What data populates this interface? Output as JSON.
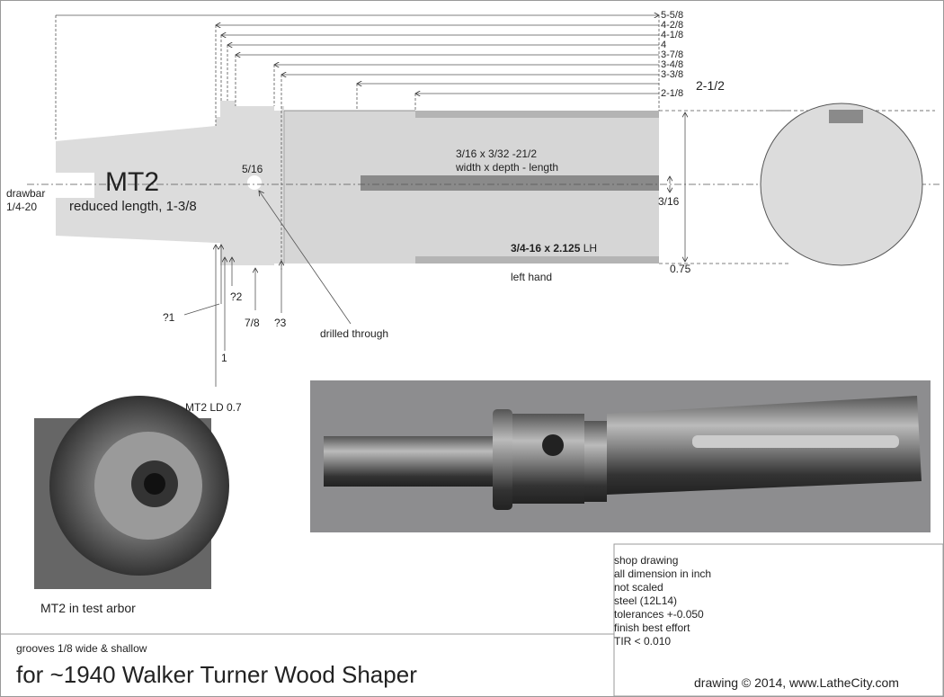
{
  "dimensions": {
    "lengths": [
      "5-5/8",
      "4-2/8",
      "4-1/8",
      "4",
      "3-7/8",
      "3-4/8",
      "3-3/8",
      "2-1/8"
    ],
    "overall_keyway_length": "2-1/2",
    "diameter": "0.75",
    "keyway_width": "3/16",
    "cross_hole": "5/16"
  },
  "labels": {
    "mt2": "MT2",
    "reduced_length": "reduced length, 1-3/8",
    "drawbar_1": "drawbar",
    "drawbar_2": "1/4-20",
    "keyway_1": "3/16 x 3/32 -21/2",
    "keyway_2": "width x depth - length",
    "thread_bold": "3/4-16 x 2.125",
    "thread_lh": " LH",
    "left_hand": "left hand",
    "q1": "?1",
    "q2": "?2",
    "q3": "?3",
    "seven_eighths": "7/8",
    "one": "1",
    "drilled_through": "drilled through",
    "mt2_ld": "MT2 LD 0.7",
    "photo_caption": "MT2 in test arbor"
  },
  "notes": [
    "shop drawing",
    "all dimension in inch",
    "not scaled",
    "steel (12L14)",
    "tolerances +-0.050",
    "finish best effort",
    "TIR < 0.010"
  ],
  "title_block": {
    "grooves": "grooves 1/8 wide & shallow",
    "title": "for ~1940 Walker Turner Wood Shaper",
    "credit": "drawing © 2014, www.LatheCity.com"
  }
}
